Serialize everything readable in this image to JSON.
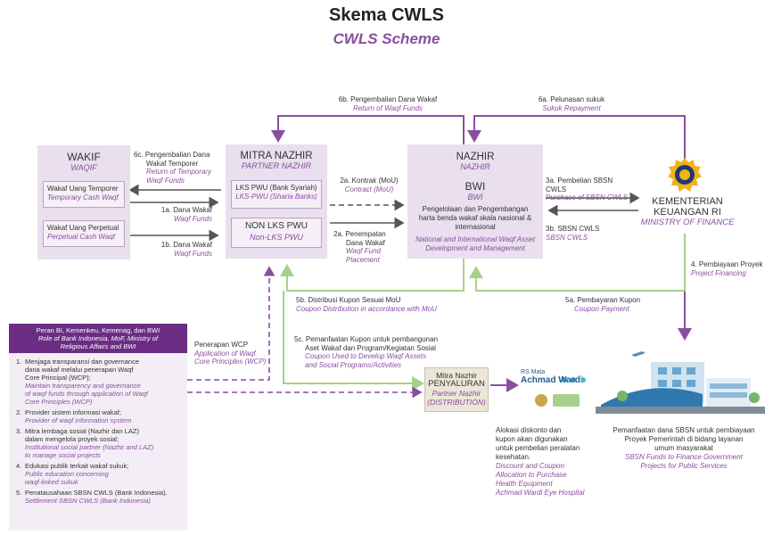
{
  "title": "Skema CWLS",
  "subtitle": "CWLS Scheme",
  "wakif": {
    "title": "WAKIF",
    "title_en": "WAQIF",
    "item1": "Wakaf Uang Temporer",
    "item1_en": "Temporary Cash Waqf",
    "item2": "Wakaf Uang Perpetual",
    "item2_en": "Perpetual Cash Waqf"
  },
  "mitra": {
    "title": "MITRA NAZHIR",
    "title_en": "PARTNER NAZHIR",
    "item1": "LKS PWU (Bank Syariah)",
    "item1_en": "LKS-PWU (Sharia Banks)",
    "item2": "NON LKS PWU",
    "item2_en": "Non-LKS PWU"
  },
  "nazhir": {
    "title": "NAZHIR",
    "title_en": "NAZHIR",
    "org": "BWI",
    "org_en": "BWI",
    "desc": "Pengelolaan dan Pengembangan harta benda wakaf skala nasional & internasional",
    "desc_en": "National and International Waqf Asset Development and Management"
  },
  "kemenkeu": {
    "line1": "KEMENTERIAN",
    "line2": "KEUANGAN RI",
    "en": "MINISTRY OF FINANCE"
  },
  "penyaluran": {
    "line1": "Mitra Nazhir",
    "line2": "PENYALURAN",
    "en1": "Partner Nazhir",
    "en2": "(DISTRIBUTION)"
  },
  "hospital": {
    "line1": "RS Mata",
    "line2": "Achmad Wardi"
  },
  "flows": {
    "f6b": "6b. Pengembalian Dana Wakaf",
    "f6b_en": "Return of Waqf Funds",
    "f6a": "6a. Pelunasan sukuk",
    "f6a_en": "Sukuk Repayment",
    "f6c1": "6c. Pengembalian Dana",
    "f6c2": "Wakaf Temporer",
    "f6c_en1": "Return of Temporary",
    "f6c_en2": "Waqf Funds",
    "f1a": "1a. Dana Wakaf",
    "f1a_en": "Waqf Funds",
    "f1b": "1b. Dana Wakaf",
    "f1b_en": "Waqf Funds",
    "f2a": "2a. Kontrak (MoU)",
    "f2a_en": "Contract (MoU)",
    "f2a2_1": "2a. Penempatan",
    "f2a2_2": "Dana Wakaf",
    "f2a2_en1": "Waqf Fund",
    "f2a2_en2": "Placement",
    "f3a": "3a. Pembelian SBSN CWLS",
    "f3a_en": "Purchase of SBSN CWLS",
    "f3b": "3b. SBSN CWLS",
    "f3b_en": "SBSN CWLS",
    "f4": "4. Pembiayaan Proyek",
    "f4_en": "Project Financing",
    "f5b": "5b. Distribusi Kupon Sesuai MoU",
    "f5b_en": "Coupon Distribution in accordance with MoU",
    "f5a": "5a. Pembayaran Kupon",
    "f5a_en": "Coupon Payment",
    "f5c1": "5c. Pemanfaatan Kupon untuk pembangunan",
    "f5c2": "Aset Wakaf dan Program/Kegiatan Sosial",
    "f5c_en1": "Coupon Used to Develop Waqf Assets",
    "f5c_en2": "and Social Programs/Activities",
    "wcp1": "Penerapan WCP",
    "wcp_en1": "Application of Waqf",
    "wcp_en2": "Core Principles (WCP)"
  },
  "discount": {
    "l1": "Alokasi diskonto dan",
    "l2": "kupon akan digunakan",
    "l3": "untuk pembelian peralatan",
    "l4": "kesehatan.",
    "en1": "Discount and Coupon",
    "en2": "Allocation to Purchase",
    "en3": "Health Equipment",
    "en4": "Achmad Wardi Eye Hospital"
  },
  "sbsn_use": {
    "l1": "Pemanfaatan dana SBSN untuk pembiayaan",
    "l2": "Proyek Pemerintah di bidang layanan",
    "l3": "umum masyarakat",
    "en1": "SBSN Funds to Finance Government",
    "en2": "Projects for Public Services"
  },
  "bi_panel": {
    "head1": "Peran BI, Kemenkeu, Kemenag, dan BWI",
    "head_en1": "Role of Bank Indonesia, MoF, Ministry of",
    "head_en2": "Religious Affairs and BWI",
    "items": [
      {
        "num": "1.",
        "l1": "Menjaga transparansi dan governance",
        "l2": "dana wakaf melalui penerapan Waqf",
        "l3": "Core Principal (WCP);",
        "en1": "Maintain transparency and governance",
        "en2": "of waqf funds through application of Waqf",
        "en3": "Core Principles (WCP)"
      },
      {
        "num": "2.",
        "l1": "Provider sistem informasi wakaf;",
        "l2": "",
        "l3": "",
        "en1": "Provider of waqf information system",
        "en2": "",
        "en3": ""
      },
      {
        "num": "3.",
        "l1": "Mitra lembaga sosial (Nazhir dan LAZ)",
        "l2": "dalam mengelola proyek sosial;",
        "l3": "",
        "en1": "Institutional social partner (Nazhir and LAZ)",
        "en2": "to manage social projects",
        "en3": ""
      },
      {
        "num": "4.",
        "l1": "Edukasi publik terkait wakaf sukuk;",
        "l2": "",
        "l3": "",
        "en1": "Public education concerning",
        "en2": "waqf-linked sukuk",
        "en3": ""
      },
      {
        "num": "5.",
        "l1": "Penatausahaan SBSN CWLS (Bank Indonesia).",
        "l2": "",
        "l3": "",
        "en1": "Settlement SBSN CWLS (Bank Indonesia)",
        "en2": "",
        "en3": ""
      }
    ]
  },
  "colors": {
    "purple": "#8a4ea0",
    "dark_purple": "#6b2d83",
    "green": "#a7d18b",
    "box": "#e9dfee",
    "arrow": "#555555"
  }
}
